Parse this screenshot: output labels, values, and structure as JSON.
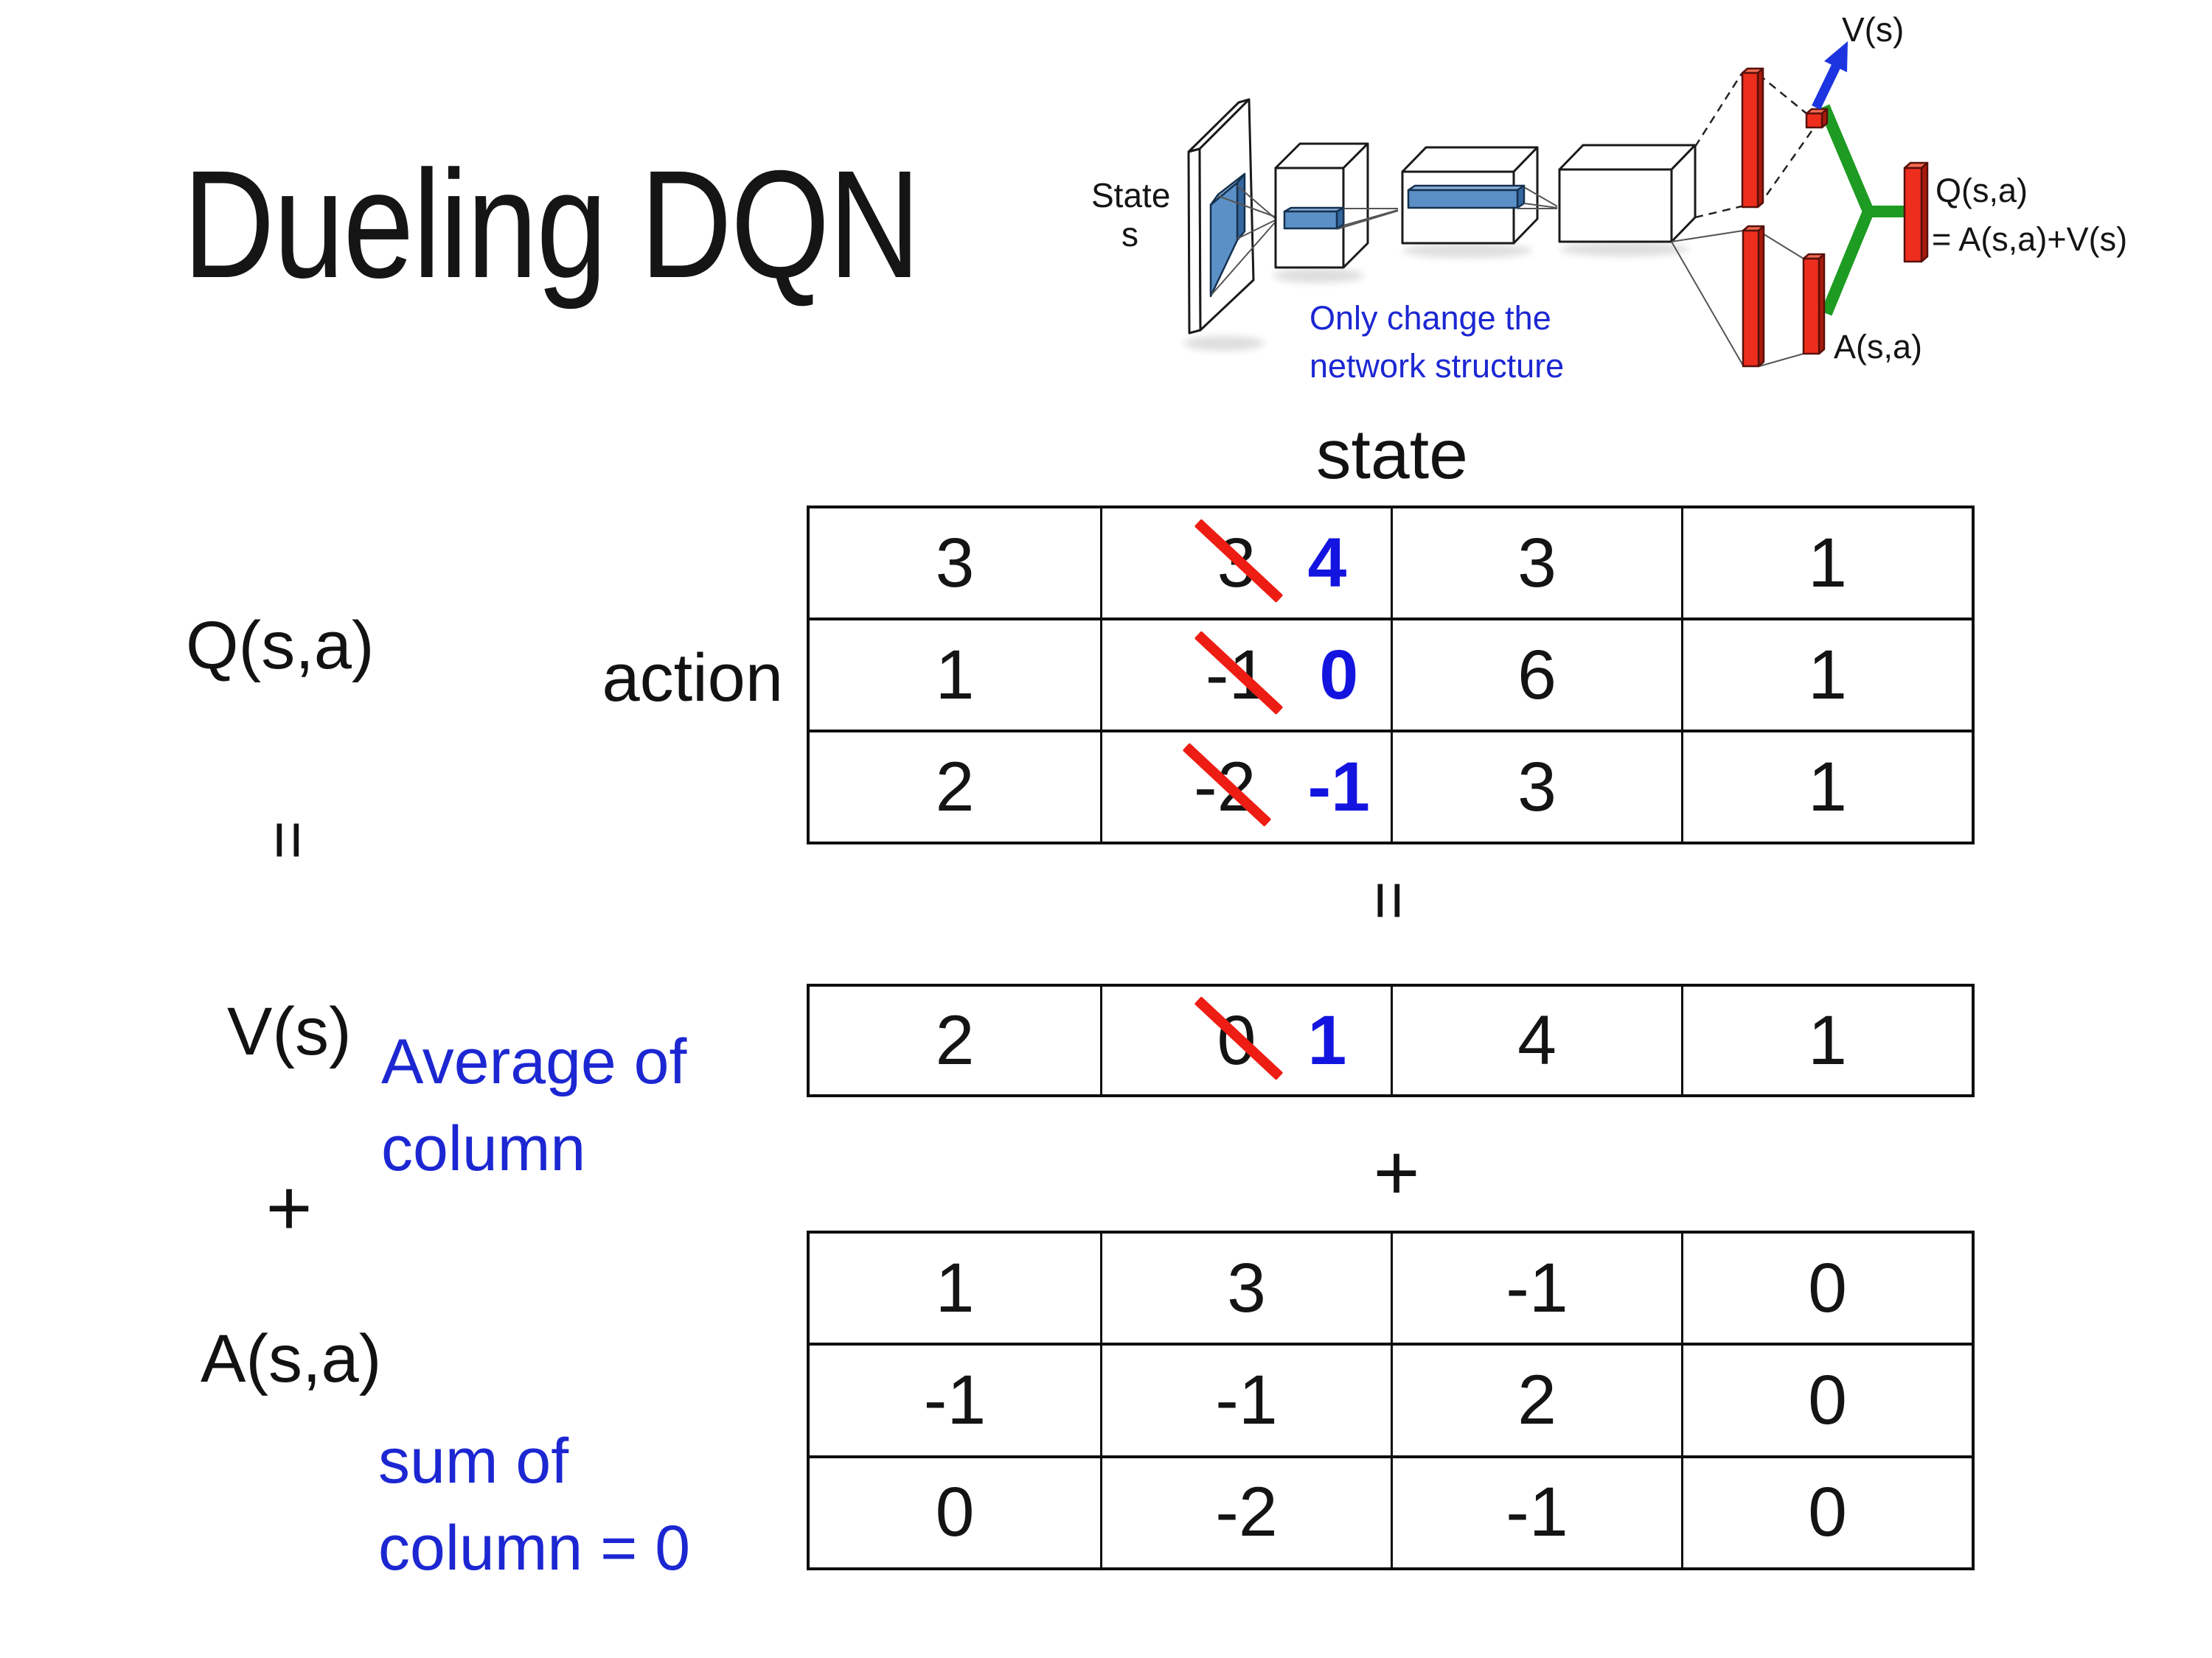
{
  "slide": {
    "title": "Dueling DQN",
    "background": "#ffffff"
  },
  "diagram": {
    "state_label_line1": "State",
    "state_label_line2": "s",
    "note_line1": "Only change the",
    "note_line2": "network structure",
    "v_output_label": "V(s)",
    "q_output_label_line1": "Q(s,a)",
    "q_output_label_line2": "= A(s,a)+V(s)",
    "a_output_label": "A(s,a)",
    "colors": {
      "layer_red": "#ee2e1d",
      "layer_red_top": "#f46a50",
      "layer_red_side": "#aa1a0c",
      "merge_green": "#1e9b22",
      "arrow_blue": "#1d35e0",
      "feature_blue": "#5b90c7",
      "note_blue": "#1c27d2"
    }
  },
  "matrix_section": {
    "state_axis_label": "state",
    "action_axis_label": "action",
    "q_label": "Q(s,a)",
    "v_label": "V(s)",
    "a_label": "A(s,a)",
    "equals_sign": "=",
    "plus_sign": "+",
    "avg_note_line1": "Average of",
    "avg_note_line2": "column",
    "sum_note_line1": "sum of",
    "sum_note_line2": "column = 0",
    "strike_color": "#ed1d14",
    "new_value_color": "#1414e0"
  },
  "tables": {
    "q": {
      "r1c1": "3",
      "r1c2_old": "3",
      "r1c2_new": "4",
      "r1c3": "3",
      "r1c4": "1",
      "r2c1": "1",
      "r2c2_old": "-1",
      "r2c2_new": "0",
      "r2c3": "6",
      "r2c4": "1",
      "r3c1": "2",
      "r3c2_old": "-2",
      "r3c2_new": "-1",
      "r3c3": "3",
      "r3c4": "1"
    },
    "v": {
      "c1": "2",
      "c2_old": "0",
      "c2_new": "1",
      "c3": "4",
      "c4": "1"
    },
    "a": {
      "r1c1": "1",
      "r1c2": "3",
      "r1c3": "-1",
      "r1c4": "0",
      "r2c1": "-1",
      "r2c2": "-1",
      "r2c3": "2",
      "r2c4": "0",
      "r3c1": "0",
      "r3c2": "-2",
      "r3c3": "-1",
      "r3c4": "0"
    }
  }
}
